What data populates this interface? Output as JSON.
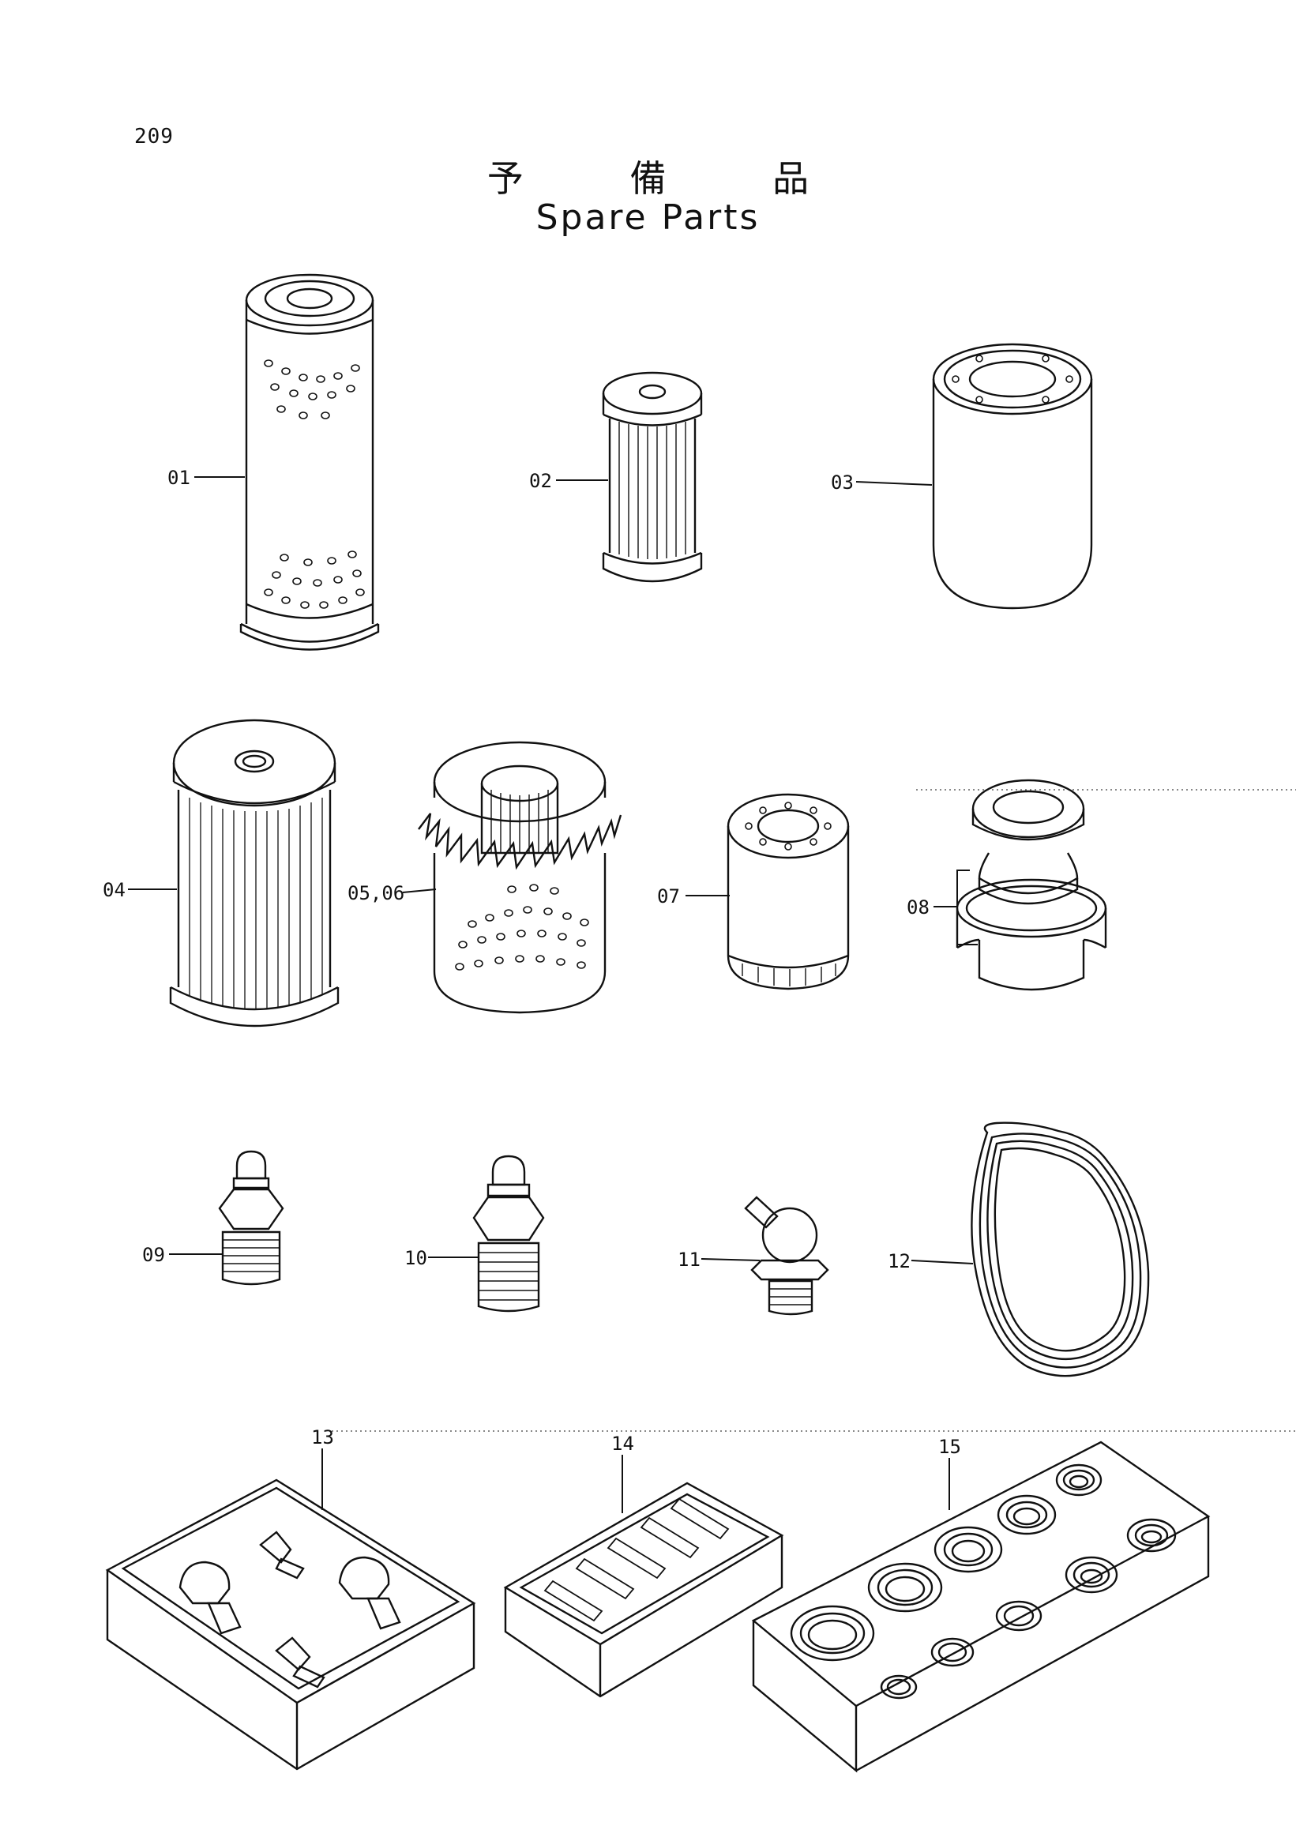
{
  "page_number": "209",
  "title_jp": "予 備 品",
  "title_en": "Spare Parts",
  "callouts": [
    "01",
    "02",
    "03",
    "04",
    "05,06",
    "07",
    "08",
    "09",
    "10",
    "11",
    "12",
    "13",
    "14",
    "15"
  ],
  "line_color": "#111111"
}
